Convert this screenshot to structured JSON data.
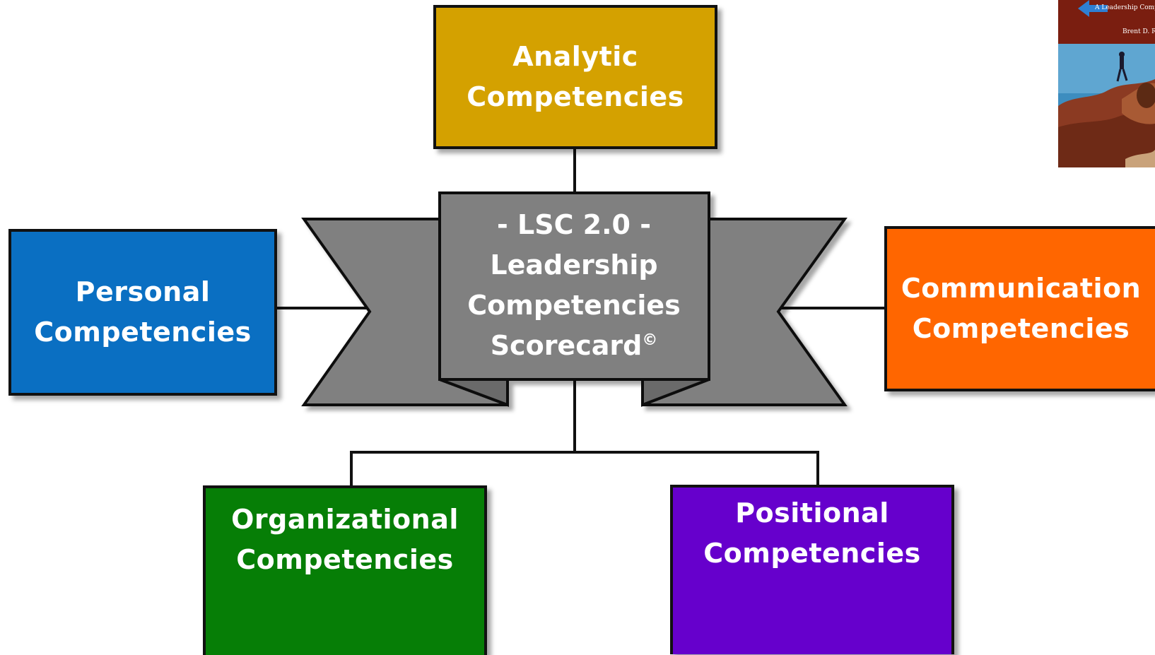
{
  "center": {
    "line1": "- LSC 2.0 -",
    "line2": "Leadership",
    "line3": "Competencies",
    "line4": "Scorecard",
    "mark": "©"
  },
  "boxes": {
    "analytic": {
      "line1": "Analytic",
      "line2": "Competencies",
      "color": "#D4A100"
    },
    "personal": {
      "line1": "Personal",
      "line2": "Competencies",
      "color": "#0A6FC2"
    },
    "communication": {
      "line1": "Communication",
      "line2": "Competencies",
      "color": "#FF6600"
    },
    "organizational": {
      "line1": "Organizational",
      "line2": "Competencies",
      "color": "#067E06"
    },
    "positional": {
      "line1": "Positional",
      "line2": "Competencies",
      "color": "#6600CC"
    }
  },
  "book_cover": {
    "subtitle": "A Leadership Comp",
    "author": "Brent D. R"
  },
  "colors": {
    "banner": "#808080",
    "outline": "#111111",
    "book_top": "#7A1E10",
    "book_sky": "#3D8DBF",
    "book_rock": "#8B3A22"
  }
}
